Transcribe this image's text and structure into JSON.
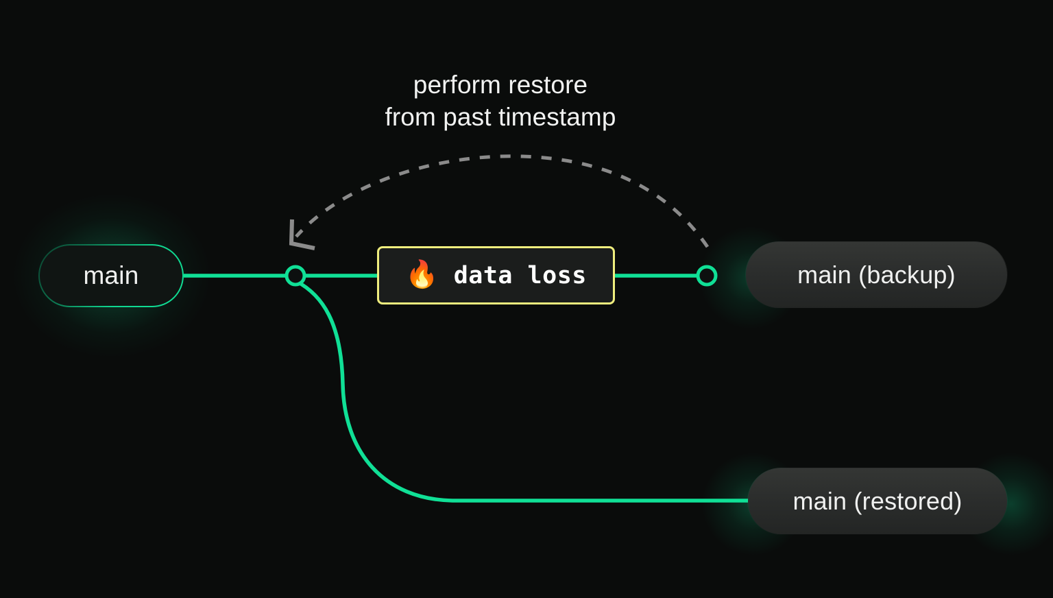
{
  "diagram": {
    "title": "database restore from backup branching diagram",
    "background_color": "#0a0c0b",
    "accent_color": "#10e096",
    "warning_color": "#efee7e",
    "annotation": {
      "line1": "perform restore",
      "line2": "from past timestamp"
    },
    "nodes": {
      "main": {
        "label": "main",
        "style": "green-outline-pill"
      },
      "backup": {
        "label": "main (backup)",
        "style": "grey-pill"
      },
      "restored": {
        "label": "main (restored)",
        "style": "grey-pill"
      },
      "data_loss": {
        "label": "data loss",
        "icon": "fire-emoji",
        "emoji": "🔥",
        "style": "yellow-outlined-box"
      }
    },
    "connectors": {
      "branch_point_label": "branch-point-circle",
      "backup_endpoint_label": "backup-endpoint-circle"
    }
  }
}
